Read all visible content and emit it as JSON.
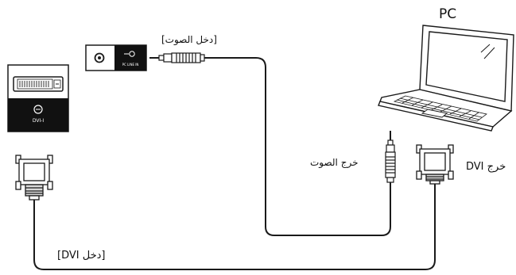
{
  "labels": {
    "pc": "PC",
    "audio_in": "[دخل الصوت]",
    "audio_out": "خرج الصوت",
    "dvi_out": "خرج DVI",
    "dvi_in": "[DVI دخل]",
    "port_dvi_caption": "DVI-I",
    "port_audio_caption": "PC LINE IN"
  },
  "colors": {
    "outline": "#1a1a1a",
    "panel_black": "#111111",
    "connector_gray": "#d9d9d9",
    "background": "#ffffff"
  },
  "icons": {
    "laptop": "laptop-icon",
    "dvi_port": "dvi-port-icon",
    "audio_port": "audio-port-icon",
    "audio_plug": "audio-plug-icon",
    "dvi_plug": "dvi-plug-icon"
  }
}
